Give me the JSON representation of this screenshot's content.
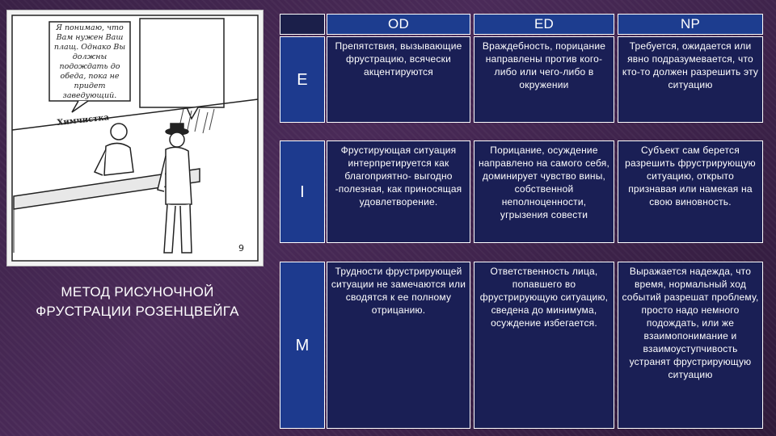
{
  "picture": {
    "speech_left": "Я понимаю, что Вам нужен Ваш плащ. Однако Вы должны подождать до обеда, пока не придет заведующий.",
    "sign": "Химчистка",
    "number": "9"
  },
  "title": "МЕТОД РИСУНОЧНОЙ ФРУСТРАЦИИ РОЗЕНЦВЕЙГА",
  "columns": [
    "OD",
    "ED",
    "NP"
  ],
  "rows": [
    {
      "label": "E",
      "cells": [
        "Препятствия, вызывающие фрустрацию, всячески акцентируются",
        "Враждебность, порицание направлены против кого-либо или чего-либо в окружении",
        "Требуется, ожидается или явно подразумевается, что кто-то должен разрешить эту ситуацию"
      ]
    },
    {
      "label": "I",
      "cells": [
        "Фрустирующая ситуация интерпретируется как благоприятно- выгодно -полезная, как приносящая удовлетворение.",
        "Порицание, осуждение направлено на самого себя, доминирует чувство вины, собственной неполноценности, угрызения совести",
        "Субъект сам берется разрешить фрустрирующую ситуацию, открыто признавая или намекая на свою виновность."
      ]
    },
    {
      "label": "M",
      "cells": [
        "Трудности фрустрирующей ситуации не замечаются или сводятся к ее полному отрицанию.",
        "Ответственность лица, попавшего во фрустрирующую ситуацию, сведена до минимума, осуждение избегается.",
        "Выражается надежда, что время, нормальный ход событий разрешат проблему, просто надо немного подождать, или же взаимопонимание и взаимоуступчивость устранят фрустрирующую ситуацию"
      ]
    }
  ],
  "colors": {
    "header_bg": "#1d3d8f",
    "cell_bg": "#1a1f55",
    "border": "#ffffff"
  }
}
